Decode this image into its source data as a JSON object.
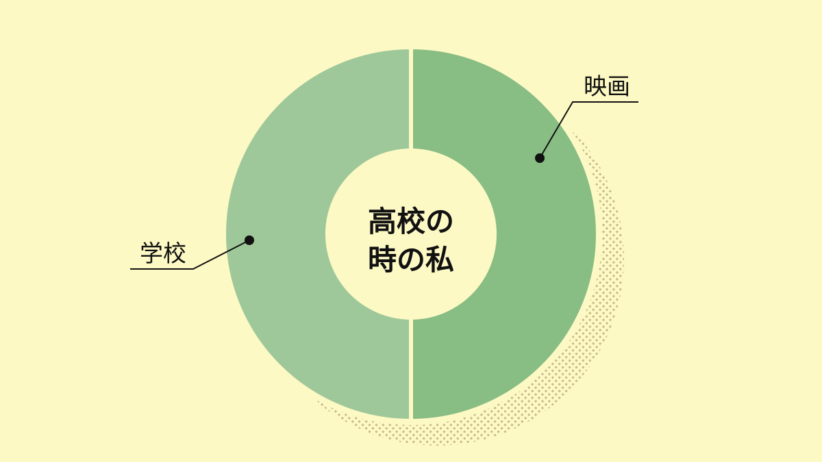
{
  "chart_data": {
    "type": "pie",
    "variant": "donut",
    "center_label": [
      "高校の",
      "時の私"
    ],
    "slices": [
      {
        "label": "映画",
        "value": 50,
        "color": "#88bd84"
      },
      {
        "label": "学校",
        "value": 50,
        "color": "#9fc89a"
      }
    ],
    "background": "#fdf9c4",
    "shadow_color": "#c8b98a"
  }
}
